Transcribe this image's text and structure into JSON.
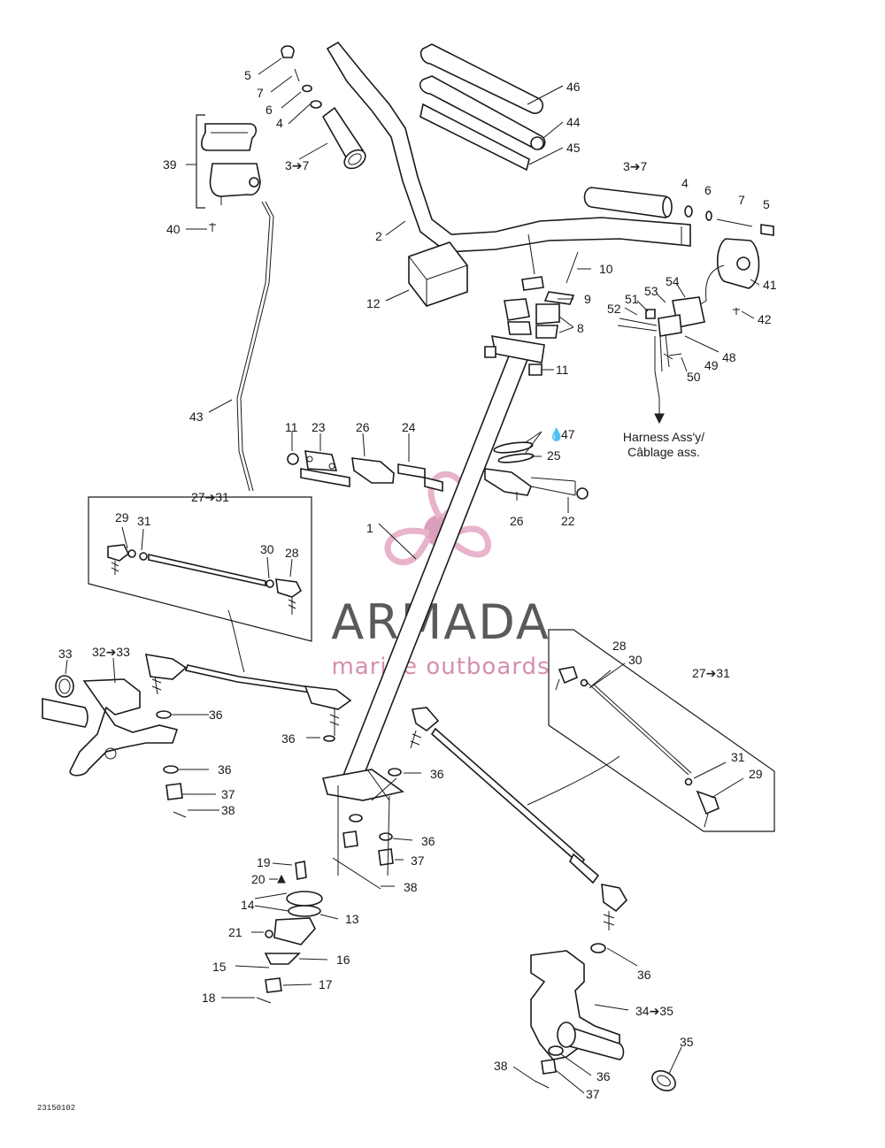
{
  "labels": {
    "l1": "1",
    "l2": "2",
    "l3a": "3➔7",
    "l3b": "3➔7",
    "l4a": "4",
    "l4b": "4",
    "l5a": "5",
    "l5b": "5",
    "l6a": "6",
    "l6b": "6",
    "l7a": "7",
    "l7b": "7",
    "l8": "8",
    "l9": "9",
    "l10": "10",
    "l11a": "11",
    "l11b": "11",
    "l12": "12",
    "l13": "13",
    "l14": "14",
    "l15": "15",
    "l16": "16",
    "l17": "17",
    "l18": "18",
    "l19": "19",
    "l20": "20",
    "l21": "21",
    "l22": "22",
    "l23": "23",
    "l24": "24",
    "l25": "25",
    "l26a": "26",
    "l26b": "26",
    "l27a": "27➔31",
    "l27b": "27➔31",
    "l28a": "28",
    "l28b": "28",
    "l29a": "29",
    "l29b": "29",
    "l30a": "30",
    "l30b": "30",
    "l31a": "31",
    "l31b": "31",
    "l32": "32➔33",
    "l33": "33",
    "l34": "34➔35",
    "l35": "35",
    "l36a": "36",
    "l36b": "36",
    "l36c": "36",
    "l36d": "36",
    "l36e": "36",
    "l36f": "36",
    "l37a": "37",
    "l37b": "37",
    "l37c": "37",
    "l38a": "38",
    "l38b": "38",
    "l38c": "38",
    "l39": "39",
    "l40": "40",
    "l41": "41",
    "l42": "42",
    "l43": "43",
    "l44": "44",
    "l45": "45",
    "l46": "46",
    "l47": "47",
    "l48": "48",
    "l49": "49",
    "l50": "50",
    "l51": "51",
    "l52": "52",
    "l53": "53",
    "l54": "54"
  },
  "harness_note": {
    "line1": "Harness Ass'y/",
    "line2": "Câblage ass."
  },
  "drawing_code": "23150102",
  "watermark": {
    "brand": "ARMADA",
    "tagline": "marine outboards",
    "brand_color": "#5a5a5a",
    "accent_color": "#d48fb0"
  }
}
